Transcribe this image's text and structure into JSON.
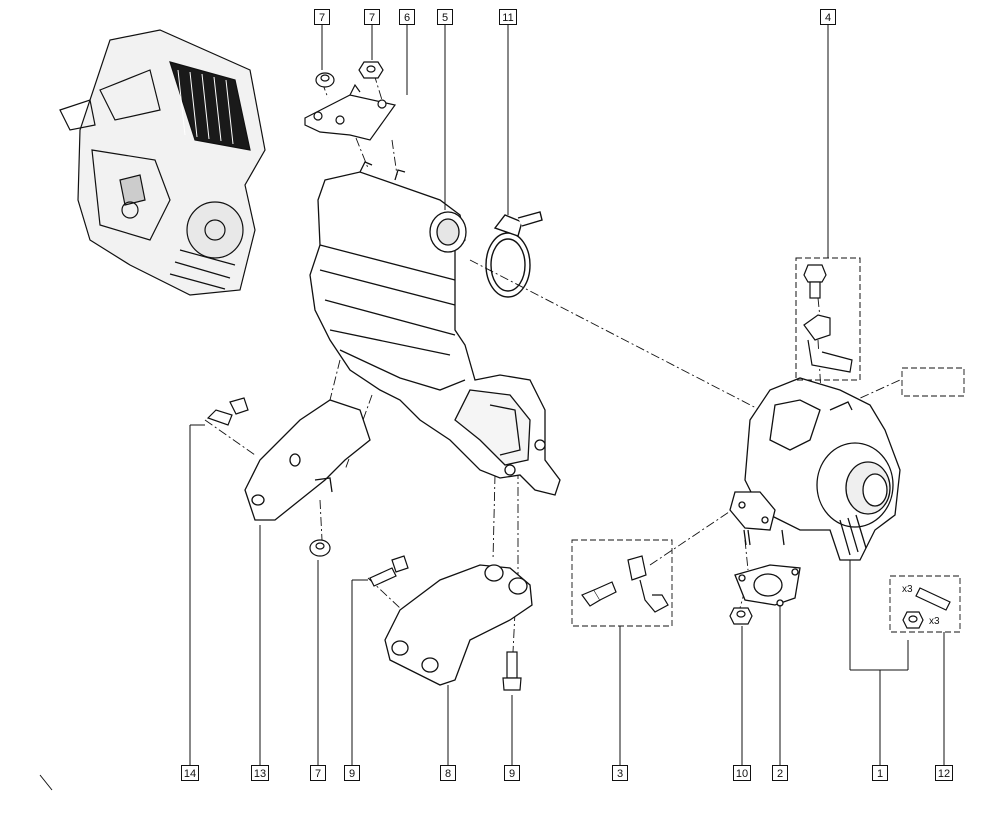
{
  "diagram": {
    "callouts_top": [
      "7",
      "7",
      "6",
      "5",
      "11",
      "4"
    ],
    "callouts_bottom": [
      "14",
      "13",
      "7",
      "9",
      "8",
      "9",
      "3",
      "10",
      "2",
      "1",
      "12"
    ],
    "qty_bolt": "x3",
    "qty_nut": "x3"
  }
}
